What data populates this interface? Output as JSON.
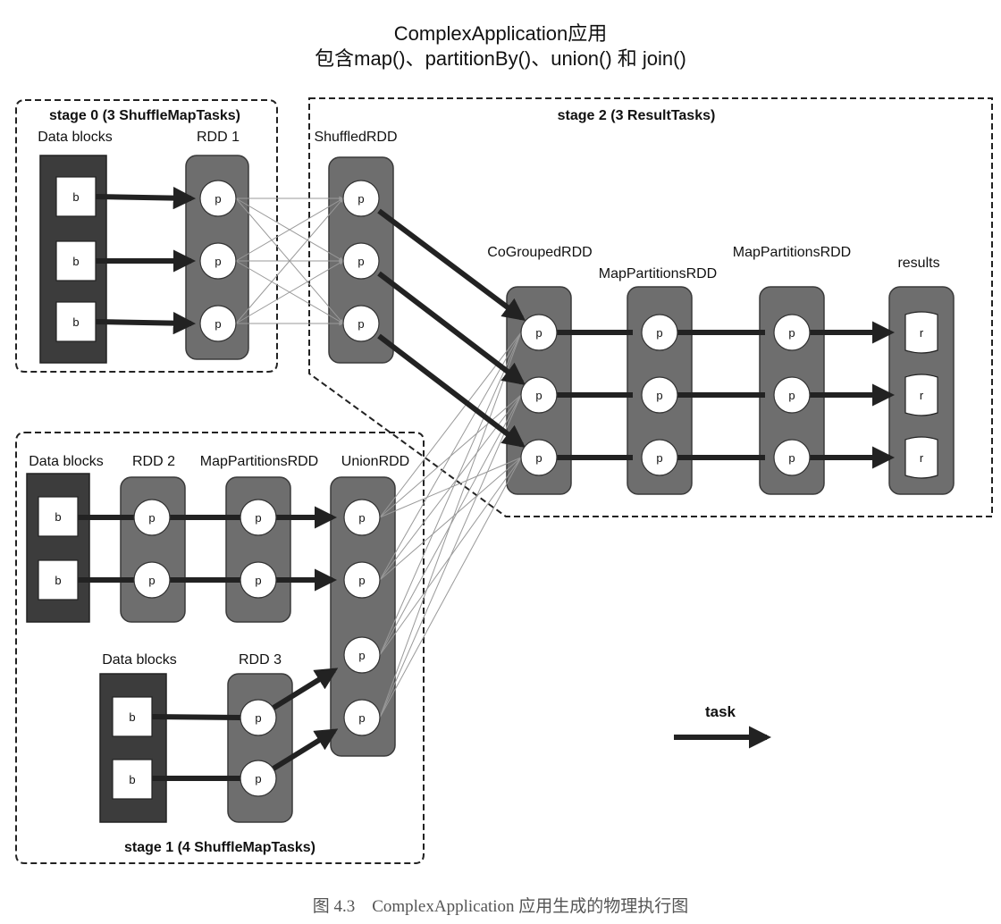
{
  "title": {
    "line1": "ComplexApplication应用",
    "line2": "包含map()、partitionBy()、union() 和 join()"
  },
  "stages": {
    "stage0": "stage 0 (3 ShuffleMapTasks)",
    "stage1": "stage 1 (4 ShuffleMapTasks)",
    "stage2": "stage 2 (3 ResultTasks)"
  },
  "labels": {
    "data_blocks_0": "Data blocks",
    "rdd1": "RDD 1",
    "shuffled_rdd": "ShuffledRDD",
    "cogrouped_rdd": "CoGroupedRDD",
    "map_partitions_rdd_a": "MapPartitionsRDD",
    "map_partitions_rdd_b": "MapPartitionsRDD",
    "results": "results",
    "data_blocks_1": "Data blocks",
    "rdd2": "RDD 2",
    "map_partitions_rdd_c": "MapPartitionsRDD",
    "union_rdd": "UnionRDD",
    "data_blocks_2": "Data blocks",
    "rdd3": "RDD 3"
  },
  "node_text": {
    "block": "b",
    "partition": "p",
    "result": "r"
  },
  "legend": {
    "task": "task"
  },
  "caption": "图 4.3　ComplexApplication 应用生成的物理执行图",
  "colors": {
    "rdd_fill": "#6e6e6e",
    "data_blocks_fill": "#3c3c3c",
    "thick_arrow": "#222222",
    "shuffle_line": "#999999"
  }
}
